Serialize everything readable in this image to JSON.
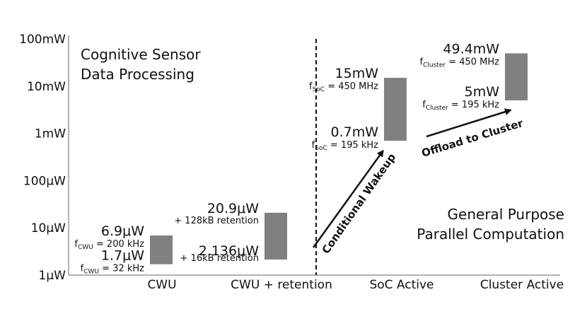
{
  "chart_data": {
    "type": "bar",
    "y_scale": "log",
    "y_unit": "W",
    "ylim": [
      1e-06,
      0.1
    ],
    "y_ticks": [
      {
        "value": 1e-06,
        "label": "1μW"
      },
      {
        "value": 1e-05,
        "label": "10μW"
      },
      {
        "value": 0.0001,
        "label": "100μW"
      },
      {
        "value": 0.001,
        "label": "1mW"
      },
      {
        "value": 0.01,
        "label": "10mW"
      },
      {
        "value": 0.1,
        "label": "100mW"
      }
    ],
    "categories": [
      "CWU",
      "CWU + retention",
      "SoC Active",
      "Cluster Active"
    ],
    "bars": [
      {
        "category": "CWU",
        "low": 1.7e-06,
        "high": 6.9e-06,
        "high_label": "6.9μW",
        "high_sub_prefix": "f",
        "high_sub": "CWU",
        "high_sub_suffix": " = 200 kHz",
        "low_label": "1.7μW",
        "low_sub_prefix": "f",
        "low_sub": "CWU",
        "low_sub_suffix": " = 32 kHz"
      },
      {
        "category": "CWU + retention",
        "low": 2.136e-06,
        "high": 2.09e-05,
        "high_label": "20.9μW",
        "high_note": "+ 128kB retention",
        "low_label": "2.136μW",
        "low_note": "+ 16kB retention"
      },
      {
        "category": "SoC Active",
        "low": 0.0007,
        "high": 0.015,
        "high_label": "15mW",
        "high_sub_prefix": "f",
        "high_sub": "SoC",
        "high_sub_suffix": " = 450 MHz",
        "low_label": "0.7mW",
        "low_sub_prefix": "f",
        "low_sub": "SoC",
        "low_sub_suffix": " = 195 kHz"
      },
      {
        "category": "Cluster Active",
        "low": 0.005,
        "high": 0.0494,
        "high_label": "49.4mW",
        "high_sub_prefix": "f",
        "high_sub": "Cluster",
        "high_sub_suffix": " = 450 MHz",
        "low_label": "5mW",
        "low_sub_prefix": "f",
        "low_sub": "Cluster",
        "low_sub_suffix": " = 195 kHz"
      }
    ],
    "bar_color": "#808080",
    "annotations": {
      "left_region": [
        "Cognitive Sensor",
        "Data Processing"
      ],
      "right_region": [
        "General Purpose",
        "Parallel Computation"
      ],
      "arrow1": "Conditional Wakeup",
      "arrow2": "Offload to  Cluster"
    }
  }
}
